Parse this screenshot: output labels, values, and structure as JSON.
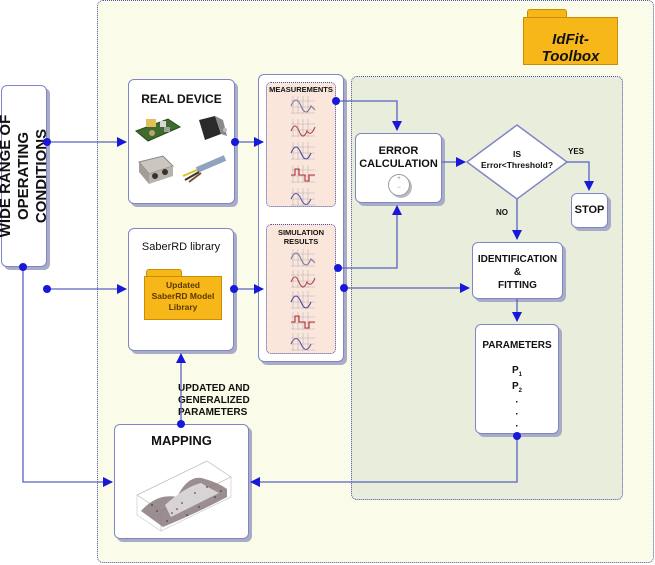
{
  "toolbox": {
    "label": "IdFit-Toolbox",
    "color": "#f7b718"
  },
  "operating_conditions": {
    "label_line1": "WIDE RANGE OF",
    "label_line2": "OPERATING CONDITIONS"
  },
  "real_device": {
    "title": "REAL DEVICE",
    "items": [
      "power-board",
      "stepper-motor",
      "filter-module",
      "cable"
    ]
  },
  "saber_library": {
    "title": "SaberRD library",
    "folder_line1": "Updated",
    "folder_line2": "SaberRD Model",
    "folder_line3": "Library"
  },
  "measurements": {
    "title": "MEASUREMENTS",
    "waveforms": 5
  },
  "simulation": {
    "title_line1": "SIMULATION",
    "title_line2": "RESULTS",
    "waveforms": 5
  },
  "error_calc": {
    "title_line1": "ERROR",
    "title_line2": "CALCULATION",
    "sum_symbol_top": "+",
    "sum_symbol_bottom": "−"
  },
  "decision": {
    "line1": "IS",
    "line2": "Error<Threshold?",
    "yes_label": "YES",
    "no_label": "NO"
  },
  "stop": {
    "label": "STOP"
  },
  "identification": {
    "line1": "IDENTIFICATION",
    "line2": "&",
    "line3": "FITTING"
  },
  "parameters": {
    "title": "PARAMETERS",
    "p1": "P",
    "p1_sub": "1",
    "p2": "P",
    "p2_sub": "2",
    "dots": [
      "·",
      "·",
      "·"
    ]
  },
  "updated_params": {
    "line1": "UPDATED AND",
    "line2": "GENERALIZED",
    "line3": "PARAMETERS"
  },
  "mapping": {
    "title": "MAPPING"
  },
  "colors": {
    "arrow": "#1818d8",
    "line": "#5a62c0",
    "outer_bg": "#fafbe8",
    "inner_bg": "#e9eedc",
    "panel_bg": "#fbe6dc"
  }
}
